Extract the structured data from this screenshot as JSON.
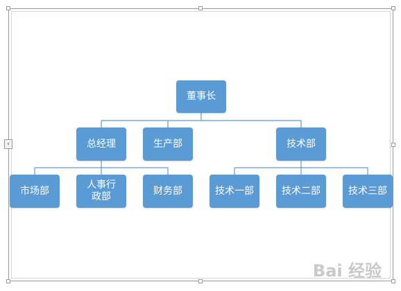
{
  "org_chart": {
    "root": {
      "label": "董事长"
    },
    "level2": [
      {
        "label": "总经理"
      },
      {
        "label": "生产部"
      },
      {
        "label": "技术部"
      }
    ],
    "level3_gm": [
      {
        "label": "市场部"
      },
      {
        "label": "人事行政部"
      },
      {
        "label": "财务部"
      }
    ],
    "level3_tech": [
      {
        "label": "技术一部"
      },
      {
        "label": "技术二部"
      },
      {
        "label": "技术三部"
      }
    ],
    "colors": {
      "node_fill": "#5b9bd5",
      "connector": "#5b9bd5",
      "text": "#ffffff"
    }
  },
  "toggle_icon": {
    "symbol": "‹"
  },
  "watermark": {
    "text": "Bai 经验"
  }
}
